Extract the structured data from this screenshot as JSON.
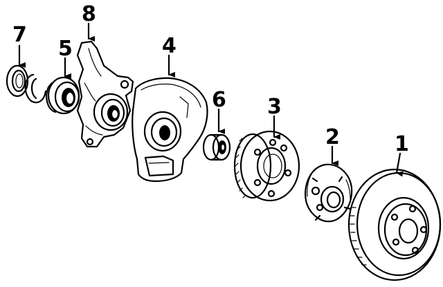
{
  "diagram": {
    "parts": [
      {
        "id": "1",
        "name": "brake-rotor"
      },
      {
        "id": "2",
        "name": "wheel-hub"
      },
      {
        "id": "3",
        "name": "abs-tone-ring"
      },
      {
        "id": "4",
        "name": "splash-shield"
      },
      {
        "id": "6",
        "name": "wheel-bearing-small"
      },
      {
        "id": "8",
        "name": "steering-knuckle"
      },
      {
        "id": "5",
        "name": "wheel-bearing"
      },
      {
        "id": "7",
        "name": "grease-seal"
      }
    ],
    "colors": {
      "ink": "#000000",
      "paper": "#ffffff"
    }
  }
}
